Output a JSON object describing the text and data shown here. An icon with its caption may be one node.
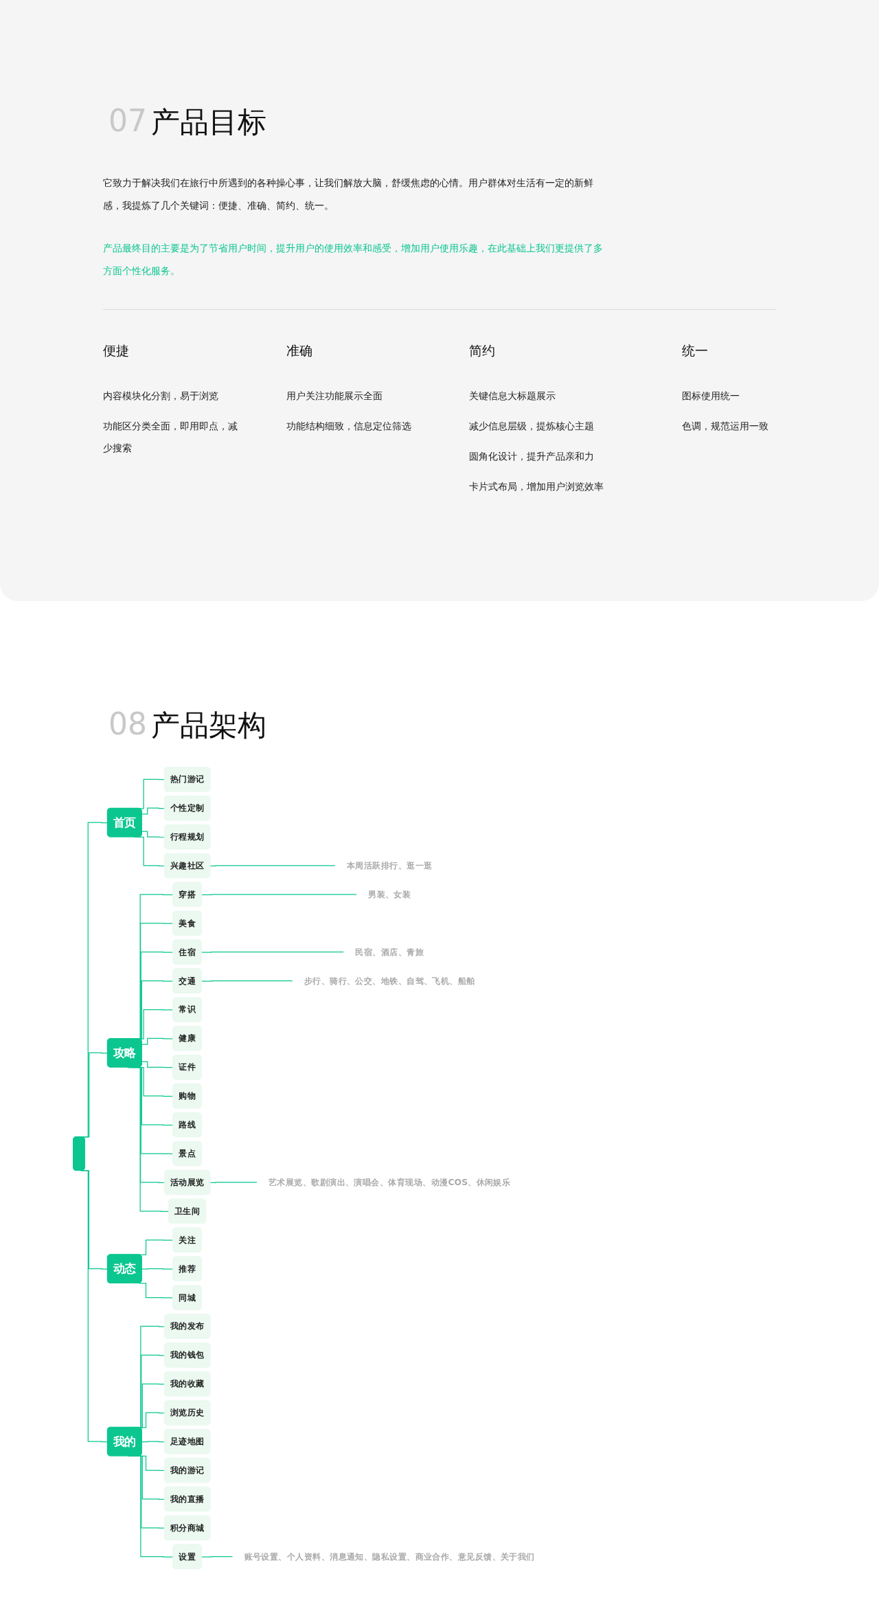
{
  "diagram": {
    "nodes": [
      {
        "text": [],
        "shape": "box"
      },
      {
        "text": [
          "首页"
        ]
      },
      {
        "text": [
          "热门游记"
        ]
      },
      {
        "text": [
          "个性定制"
        ]
      },
      {
        "text": [
          "行程规划"
        ]
      },
      {
        "text": [
          "兴趣社区"
        ]
      },
      {
        "text": [
          "本周活跃排行、逛一逛"
        ]
      },
      {
        "text": [
          "攻略"
        ]
      },
      {
        "text": [
          "穿搭"
        ]
      },
      {
        "text": [
          "男装、女装"
        ]
      },
      {
        "text": [
          "美食"
        ]
      },
      {
        "text": [
          "住宿"
        ]
      },
      {
        "text": [
          "民宿、酒店、青旅"
        ]
      },
      {
        "text": [
          "交通"
        ]
      },
      {
        "text": [
          "步行、骑行、公交、地铁、自驾、飞机、船舶"
        ]
      },
      {
        "text": [
          "常识"
        ]
      },
      {
        "text": [
          "健康"
        ]
      },
      {
        "text": [
          "证件"
        ]
      },
      {
        "text": [
          "购物"
        ]
      },
      {
        "text": [
          "路线"
        ]
      },
      {
        "text": [
          "景点"
        ]
      },
      {
        "text": [
          "活动展览"
        ]
      },
      {
        "text": [
          "艺术展览、歌剧演出、演唱会、体育现场、动漫COS、休闲娱乐"
        ]
      },
      {
        "text": [
          "卫生间"
        ]
      },
      {
        "text": [
          "动态"
        ]
      },
      {
        "text": [
          "关注"
        ]
      },
      {
        "text": [
          "推荐"
        ]
      },
      {
        "text": [
          "同城"
        ]
      },
      {
        "text": [
          "我的"
        ]
      },
      {
        "text": [
          "我的发布"
        ]
      },
      {
        "text": [
          "我的钱包"
        ]
      },
      {
        "text": [
          "我的收藏"
        ]
      },
      {
        "text": [
          "浏览历史"
        ]
      },
      {
        "text": [
          "足迹地图"
        ]
      },
      {
        "text": [
          "我的游记"
        ]
      },
      {
        "text": [
          "我的直播"
        ]
      },
      {
        "text": [
          "积分商城"
        ]
      },
      {
        "text": [
          "设置"
        ]
      },
      {
        "text": [
          "账号设置、个人资料、消息通知、隐私设置、商业合作、意见反馈、关于我们"
        ]
      }
    ],
    "edges": [
      {
        "from": 0,
        "to": 1,
        "arrow": "none"
      },
      {
        "from": 1,
        "to": 2,
        "arrow": "none"
      },
      {
        "from": 1,
        "to": 3,
        "arrow": "none"
      },
      {
        "from": 1,
        "to": 4,
        "arrow": "none"
      },
      {
        "from": 1,
        "to": 5,
        "arrow": "none"
      },
      {
        "from": 5,
        "to": 6,
        "arrow": "none"
      },
      {
        "from": 0,
        "to": 7,
        "arrow": "none"
      },
      {
        "from": 7,
        "to": 8,
        "arrow": "none"
      },
      {
        "from": 8,
        "to": 9,
        "arrow": "none"
      },
      {
        "from": 7,
        "to": 10,
        "arrow": "none"
      },
      {
        "from": 7,
        "to": 11,
        "arrow": "none"
      },
      {
        "from": 11,
        "to": 12,
        "arrow": "none"
      },
      {
        "from": 7,
        "to": 13,
        "arrow": "none"
      },
      {
        "from": 13,
        "to": 14,
        "arrow": "none"
      },
      {
        "from": 7,
        "to": 15,
        "arrow": "none"
      },
      {
        "from": 7,
        "to": 16,
        "arrow": "none"
      },
      {
        "from": 7,
        "to": 17,
        "arrow": "none"
      },
      {
        "from": 7,
        "to": 18,
        "arrow": "none"
      },
      {
        "from": 7,
        "to": 19,
        "arrow": "none"
      },
      {
        "from": 7,
        "to": 20,
        "arrow": "none"
      },
      {
        "from": 7,
        "to": 21,
        "arrow": "none"
      },
      {
        "from": 21,
        "to": 22,
        "arrow": "none"
      },
      {
        "from": 7,
        "to": 23,
        "arrow": "none"
      },
      {
        "from": 0,
        "to": 24,
        "arrow": "none"
      },
      {
        "from": 24,
        "to": 25,
        "arrow": "none"
      },
      {
        "from": 24,
        "to": 26,
        "arrow": "none"
      },
      {
        "from": 24,
        "to": 27,
        "arrow": "none"
      },
      {
        "from": 0,
        "to": 28,
        "arrow": "none"
      },
      {
        "from": 28,
        "to": 29,
        "arrow": "none"
      },
      {
        "from": 28,
        "to": 30,
        "arrow": "none"
      },
      {
        "from": 28,
        "to": 31,
        "arrow": "none"
      },
      {
        "from": 28,
        "to": 32,
        "arrow": "none"
      },
      {
        "from": 28,
        "to": 33,
        "arrow": "none"
      },
      {
        "from": 28,
        "to": 34,
        "arrow": "none"
      },
      {
        "from": 28,
        "to": 35,
        "arrow": "none"
      },
      {
        "from": 28,
        "to": 36,
        "arrow": "none"
      },
      {
        "from": 28,
        "to": 37,
        "arrow": "none"
      },
      {
        "from": 37,
        "to": 38,
        "arrow": "none"
      }
    ],
    "labels": [
      "07",
      "产品目标",
      "它致力于解决我们在旅行中所遇到的各种操心事，让我们解放大脑，舒缓焦虑的心情。用户群体对生活有一定的新鲜感，我提炼了几个关键词：便捷、准确、简约、统一。",
      "产品最终目的主要是为了节省用户时间，提升用户的使用效率和感受，增加用户使用乐趣，在此基础上我们更提供了多方面个性化服务。",
      "便捷",
      "内容模块化分割，易于浏览",
      "功能区分类全面，即用即点，减少搜索",
      "准确",
      "用户关注功能展示全面",
      "功能结构细致，信息定位筛选",
      "简约",
      "关键信息大标题展示",
      "减少信息层级，提炼核心主题",
      "圆角化设计，提升产品亲和力",
      "卡片式布局，增加用户浏览效率",
      "统一",
      "图标使用统一",
      "色调，规范运用一致",
      "08",
      "产品架构"
    ]
  }
}
